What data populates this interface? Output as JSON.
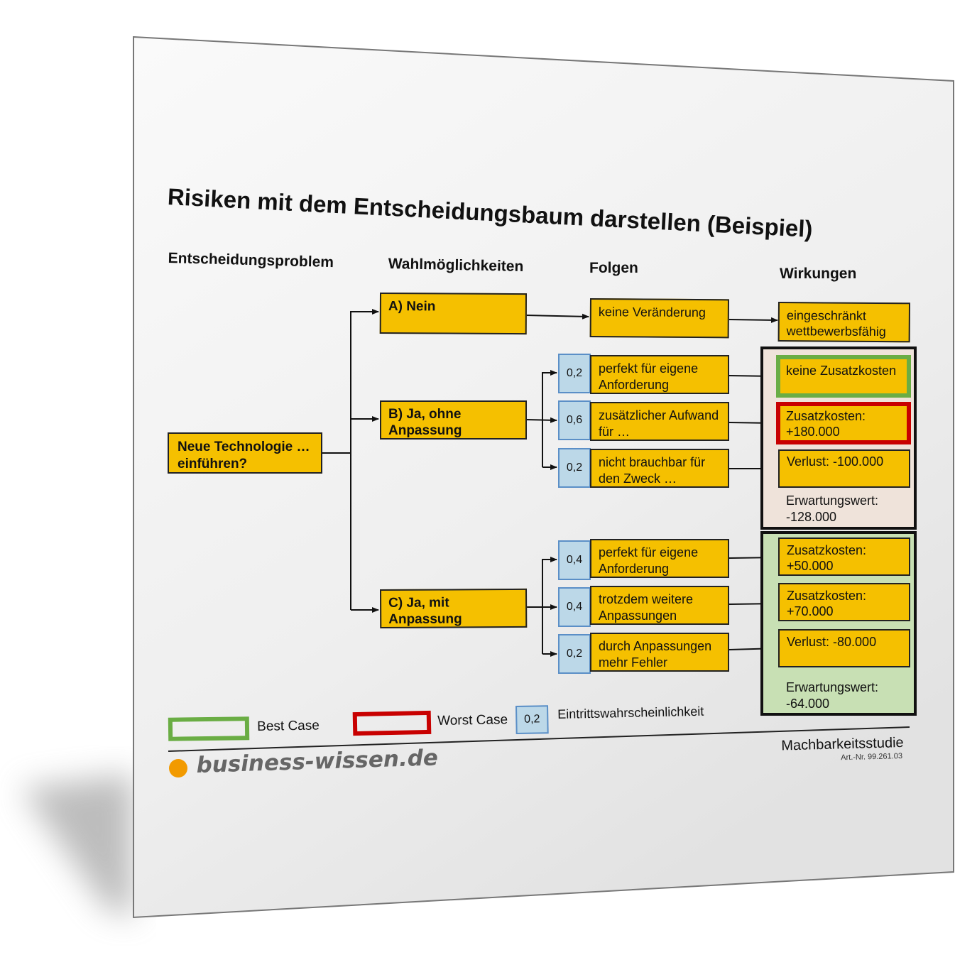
{
  "title": "Risiken mit dem Entscheidungsbaum darstellen (Beispiel)",
  "columns": {
    "problem": "Entscheidungsproblem",
    "options": "Wahlmöglichkeiten",
    "consequences": "Folgen",
    "effects": "Wirkungen"
  },
  "root": {
    "label": "Neue Technologie … einführen?"
  },
  "options": [
    {
      "id": "A",
      "label": "A) Nein"
    },
    {
      "id": "B",
      "label": "B) Ja, ohne Anpassung"
    },
    {
      "id": "C",
      "label": "C) Ja, mit Anpassung"
    }
  ],
  "branch_a": {
    "consequence": "keine Veränderung",
    "effect": "eingeschränkt wettbewerbsfähig"
  },
  "branch_b": {
    "outcomes": [
      {
        "probability": "0,2",
        "consequence": "perfekt für eigene Anforderung",
        "effect": "keine Zusatzkosten",
        "highlight": "best"
      },
      {
        "probability": "0,6",
        "consequence": "zusätzlicher Aufwand für …",
        "effect": "Zusatzkosten: +180.000",
        "highlight": "worst"
      },
      {
        "probability": "0,2",
        "consequence": "nicht brauchbar für den Zweck …",
        "effect": "Verlust: -100.000",
        "highlight": "none"
      }
    ],
    "expected_value_label": "Erwartungswert:",
    "expected_value": "-128.000",
    "group_color": "#efe3da"
  },
  "branch_c": {
    "outcomes": [
      {
        "probability": "0,4",
        "consequence": "perfekt für eigene Anforderung",
        "effect": "Zusatzkosten: +50.000"
      },
      {
        "probability": "0,4",
        "consequence": "trotzdem weitere Anpassungen",
        "effect": "Zusatzkosten: +70.000"
      },
      {
        "probability": "0,2",
        "consequence": "durch Anpassungen mehr Fehler",
        "effect": "Verlust: -80.000"
      }
    ],
    "expected_value_label": "Erwartungswert:",
    "expected_value": "-64.000",
    "group_color": "#c8e0b4"
  },
  "legend": {
    "best_case": "Best Case",
    "worst_case": "Worst Case",
    "probability_sample": "0,2",
    "probability_label": "Eintrittswahrscheinlichkeit"
  },
  "colors": {
    "box_fill": "#f5c000",
    "probability_fill": "#bcd8e8",
    "best_case": "#6aad44",
    "worst_case": "#c80000",
    "brand_dot": "#f29a00"
  },
  "footer": {
    "brand": "business-wissen.de",
    "doc_title": "Machbarkeitsstudie",
    "article_number": "Art.-Nr. 99.261.03"
  }
}
